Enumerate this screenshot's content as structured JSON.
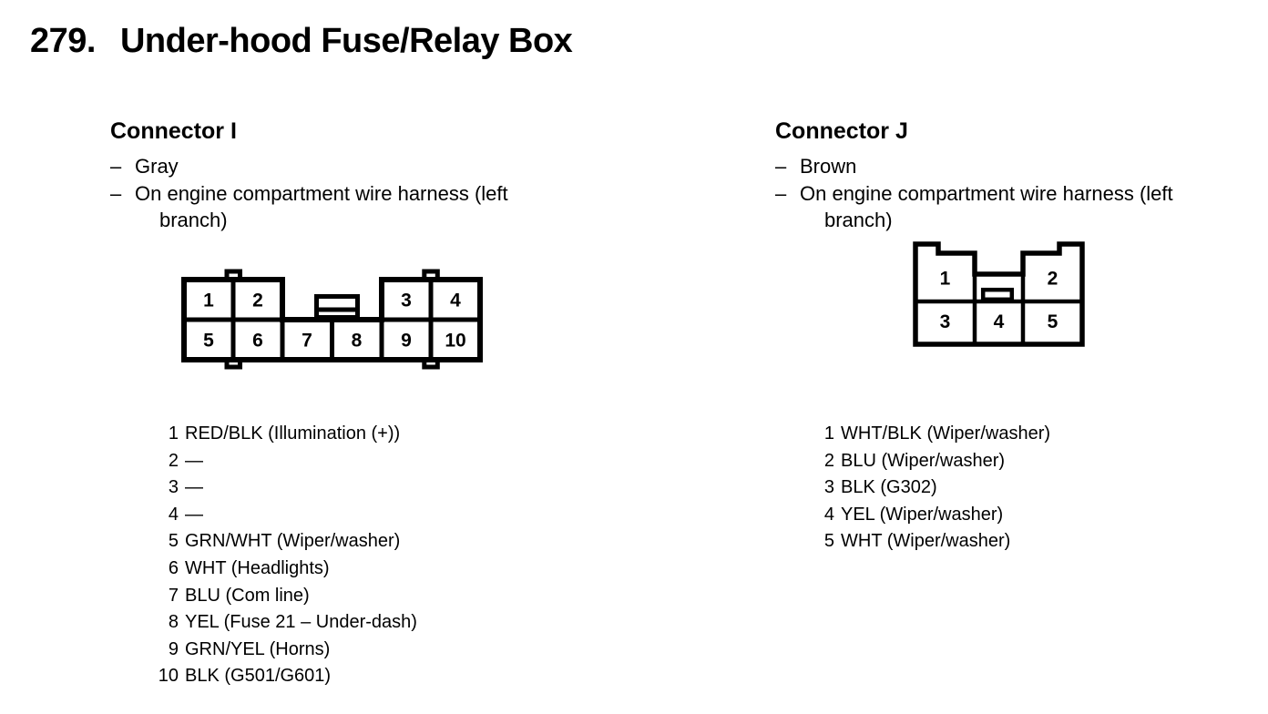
{
  "page_title": {
    "number": "279.",
    "text": "Under-hood Fuse/Relay Box"
  },
  "colors": {
    "ink": "#000000",
    "paper": "#ffffff"
  },
  "connectors": [
    {
      "name": "Connector I",
      "notes": [
        {
          "bullet": "–",
          "text": "Gray"
        },
        {
          "bullet": "–",
          "text": "On engine compartment wire harness (left branch)"
        }
      ],
      "pins": [
        {
          "num": "1",
          "desc": "RED/BLK (Illumination (+))"
        },
        {
          "num": "2",
          "desc": "—"
        },
        {
          "num": "3",
          "desc": "—"
        },
        {
          "num": "4",
          "desc": "—"
        },
        {
          "num": "5",
          "desc": "GRN/WHT (Wiper/washer)"
        },
        {
          "num": "6",
          "desc": "WHT (Headlights)"
        },
        {
          "num": "7",
          "desc": "BLU (Com line)"
        },
        {
          "num": "8",
          "desc": "YEL (Fuse 21 – Under-dash)"
        },
        {
          "num": "9",
          "desc": "GRN/YEL (Horns)"
        },
        {
          "num": "10",
          "desc": "BLK (G501/G601)"
        }
      ]
    },
    {
      "name": "Connector J",
      "notes": [
        {
          "bullet": "–",
          "text": "Brown"
        },
        {
          "bullet": "–",
          "text": "On engine compartment wire harness (left branch)"
        }
      ],
      "pins": [
        {
          "num": "1",
          "desc": "WHT/BLK (Wiper/washer)"
        },
        {
          "num": "2",
          "desc": "BLU (Wiper/washer)"
        },
        {
          "num": "3",
          "desc": "BLK (G302)"
        },
        {
          "num": "4",
          "desc": "YEL (Wiper/washer)"
        },
        {
          "num": "5",
          "desc": "WHT (Wiper/washer)"
        }
      ]
    }
  ]
}
